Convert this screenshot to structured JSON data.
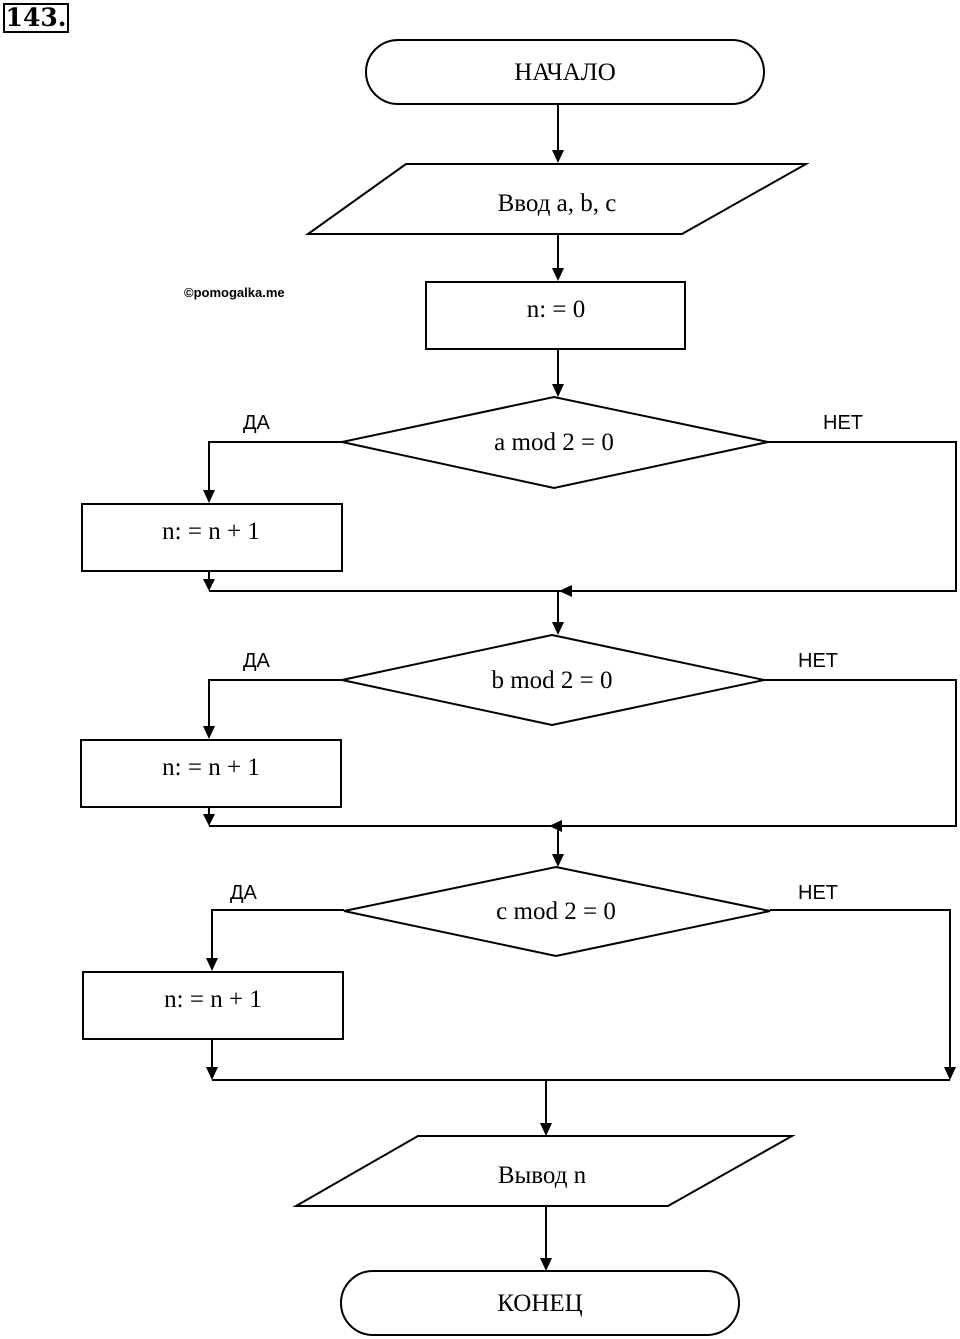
{
  "problem_number": "143.",
  "watermark": "©pomogalka.me",
  "flowchart": {
    "start": "НАЧАЛО",
    "input": "Ввод a, b, c",
    "init": "n: = 0",
    "decisions": [
      {
        "condition": "a mod 2 = 0",
        "yes_label": "ДА",
        "no_label": "НЕТ",
        "action": "n: = n + 1"
      },
      {
        "condition": "b mod 2 = 0",
        "yes_label": "ДА",
        "no_label": "НЕТ",
        "action": "n: = n + 1"
      },
      {
        "condition": "c mod 2 = 0",
        "yes_label": "ДА",
        "no_label": "НЕТ",
        "action": "n: = n + 1"
      }
    ],
    "output": "Вывод n",
    "end": "КОНЕЦ"
  }
}
